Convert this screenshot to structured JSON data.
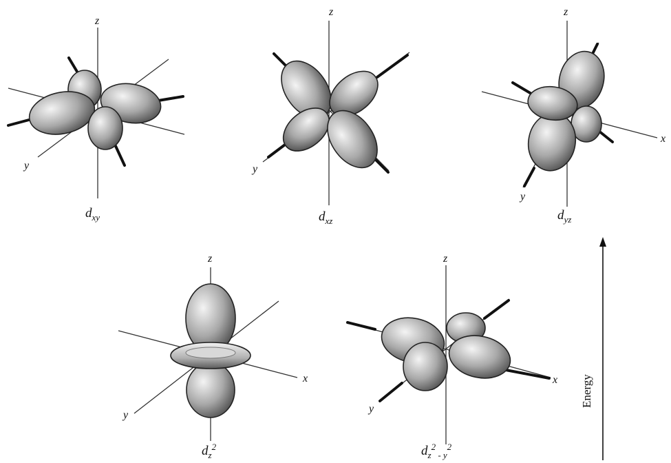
{
  "axes": {
    "z": "z",
    "y": "y",
    "x": "x"
  },
  "orbitals": [
    {
      "id": "dxy",
      "main": "d",
      "sub": "xy",
      "sup": ""
    },
    {
      "id": "dxz",
      "main": "d",
      "sub": "xz",
      "sup": ""
    },
    {
      "id": "dyz",
      "main": "d",
      "sub": "yz",
      "sup": ""
    },
    {
      "id": "dz2",
      "main": "d",
      "sub": "z",
      "sup": "2"
    },
    {
      "id": "dx2y2",
      "main": "d",
      "sub": "z",
      "sup": "2",
      "sub2": " - y",
      "sup2": "2"
    }
  ],
  "energy_label": "Energy",
  "colors": {
    "lobe_light": "#f4f4f4",
    "lobe_dark": "#4a4a4a",
    "ink": "#111111"
  }
}
